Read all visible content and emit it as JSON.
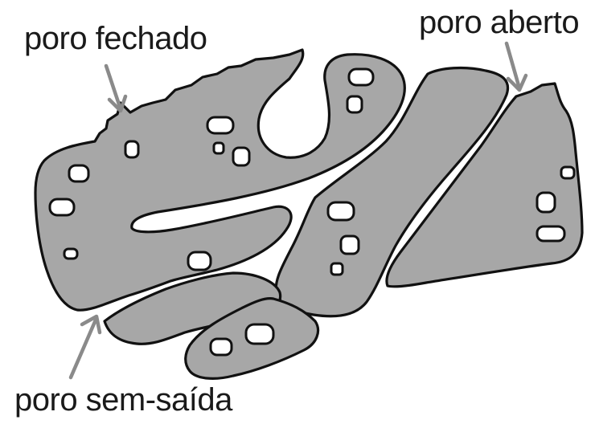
{
  "labels": {
    "closed_pore": "poro fechado",
    "open_pore": "poro aberto",
    "dead_end_pore": "poro sem-saída"
  },
  "colors": {
    "rock": "#a7a7a7",
    "outline": "#111111",
    "arrow": "#8a8a8a",
    "pore_space": "#ffffff"
  }
}
